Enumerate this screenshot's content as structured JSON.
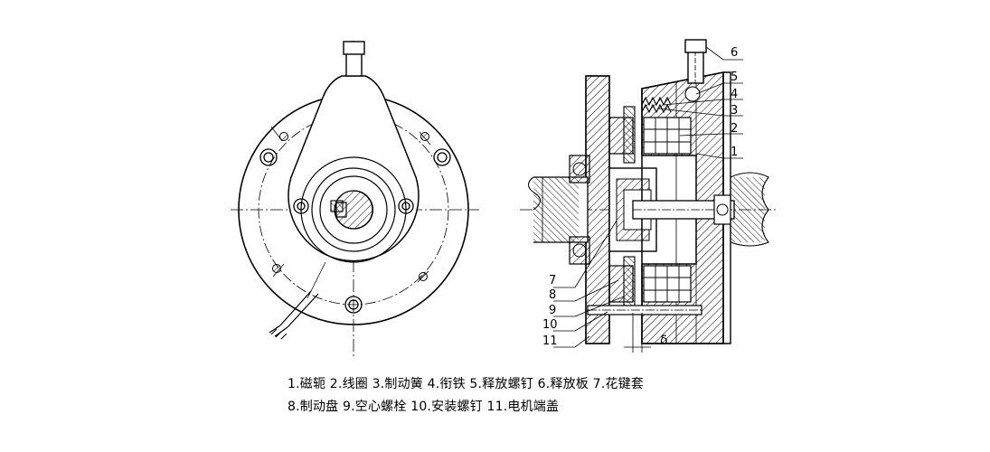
{
  "callouts": [
    "1",
    "2",
    "3",
    "4",
    "5",
    "6",
    "7",
    "8",
    "9",
    "10",
    "11"
  ],
  "gap_symbol": "δ",
  "legend": {
    "line1": "1.磁轭 2.线圈 3.制动簧 4.衔铁 5.释放螺钉 6.释放板 7.花键套",
    "line2": "8.制动盘 9.空心螺栓 10.安装螺钉 11.电机端盖"
  }
}
